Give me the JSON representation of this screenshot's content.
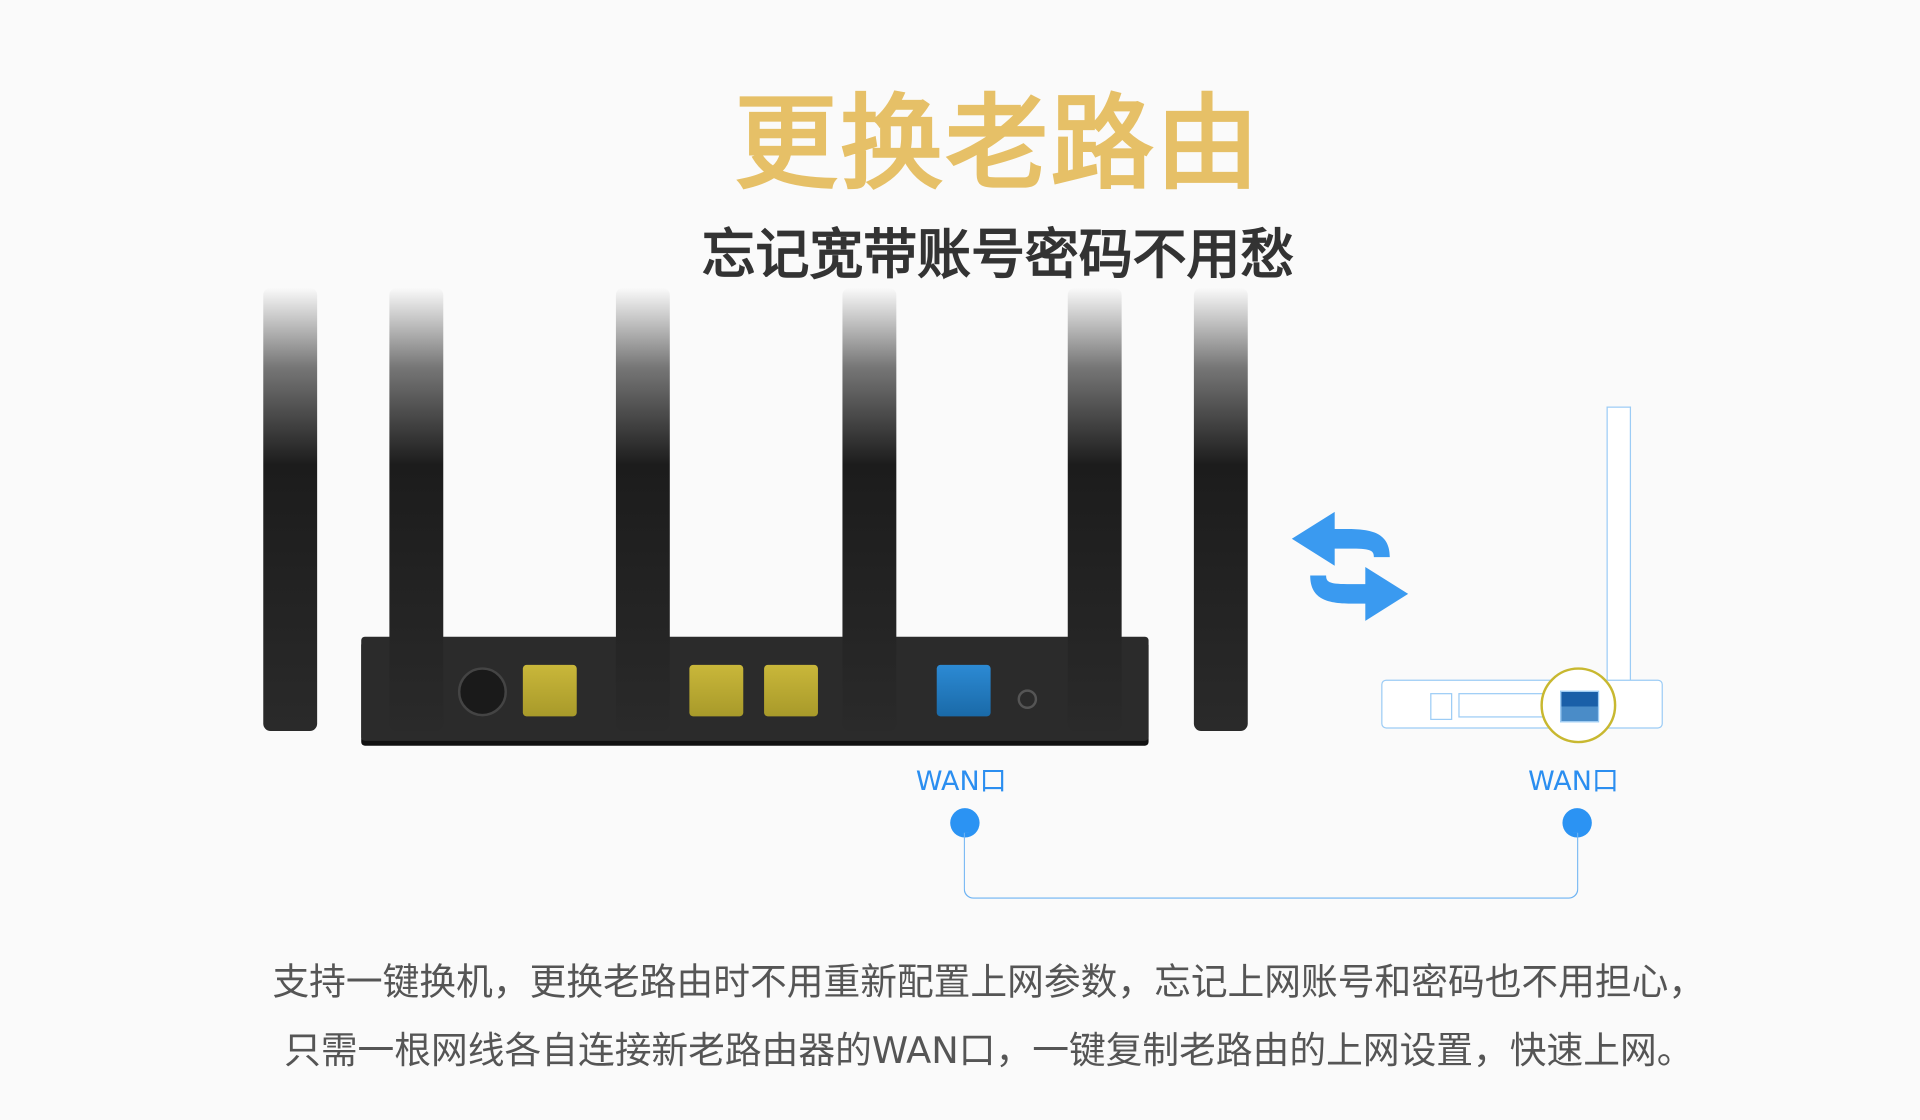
{
  "title": "更换老路由",
  "subtitle": "忘记宽带账号密码不用愁",
  "labels": {
    "new_router_wan": "WAN口",
    "old_router_wan": "WAN口"
  },
  "description": [
    "支持一键换机，更换老路由时不用重新配置上网参数，忘记上网账号和密码也不用担心，",
    "只需一根网线各自连接新老路由器的WAN口，一键复制老路由的上网设置，快速上网。"
  ],
  "colors": {
    "title": "#e6c067",
    "accent": "#2b8ef0",
    "highlight": "#c8b830"
  }
}
